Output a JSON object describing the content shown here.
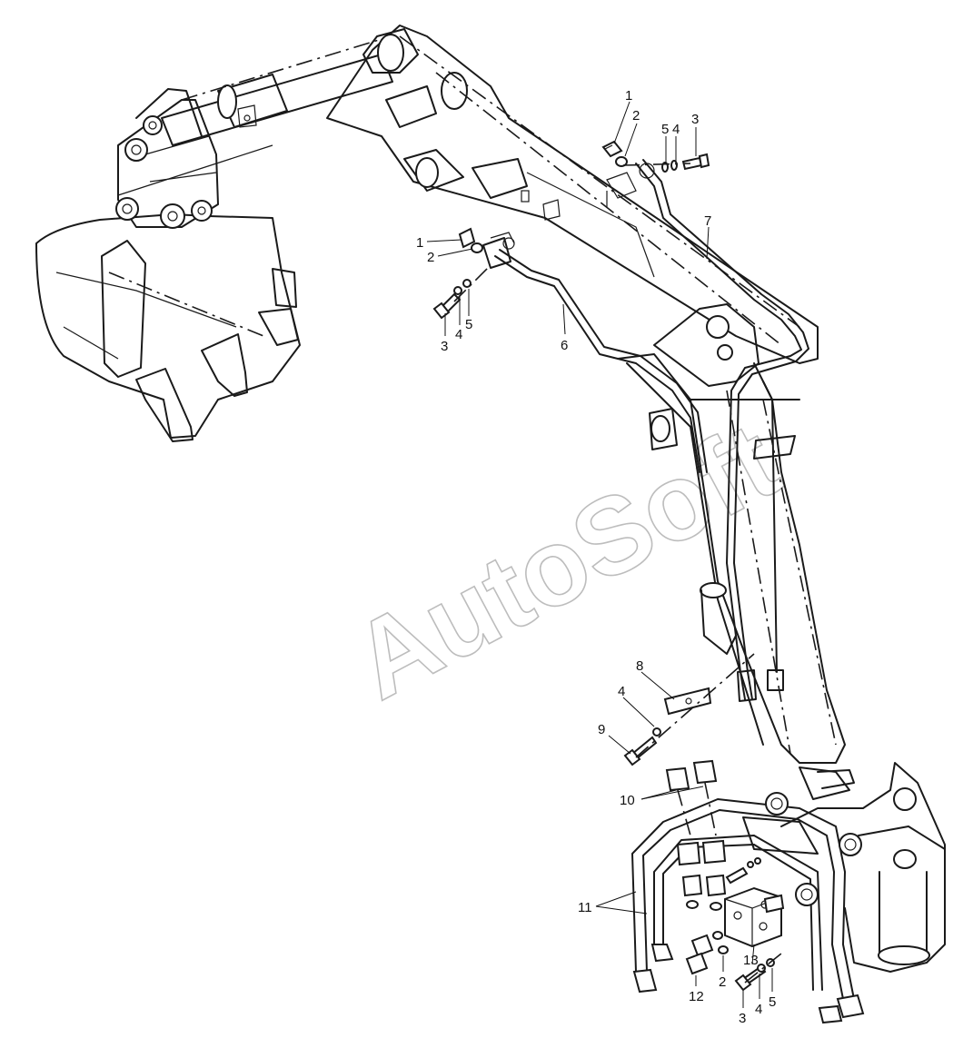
{
  "watermark": "AutoSoft",
  "callouts": {
    "c1a": "1",
    "c2a": "2",
    "c3a": "3",
    "c4a": "4",
    "c5a": "5",
    "c7": "7",
    "c1b": "1",
    "c2b": "2",
    "c3b": "3",
    "c4b": "4",
    "c5b": "5",
    "c6": "6",
    "c8": "8",
    "c4c": "4",
    "c9": "9",
    "c10": "10",
    "c11": "11",
    "c12": "12",
    "c2c": "2",
    "c13": "13",
    "c4d": "4",
    "c5c": "5",
    "c3c": "3"
  }
}
